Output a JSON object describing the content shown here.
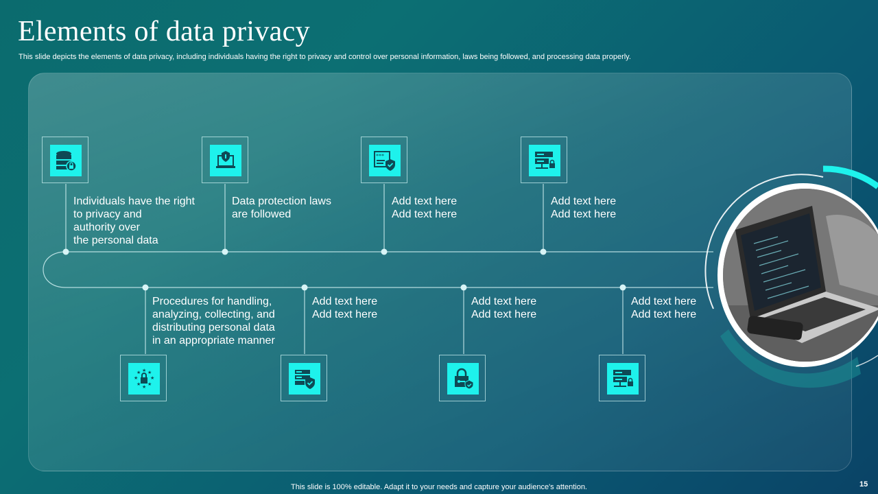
{
  "slide": {
    "title": "Elements of data privacy",
    "subtitle": "This slide depicts the elements of data privacy,  including individuals having the right to  privacy and control over personal information, laws being followed, and processing data properly.",
    "footer": "This slide is 100% editable. Adapt it to your needs and capture your audience's attention.",
    "page_number": "15"
  },
  "top_items": [
    {
      "icon": "database-lock-icon",
      "text": "Individuals  have the right\nto privacy and\nauthority  over\nthe personal data"
    },
    {
      "icon": "laptop-shield-icon",
      "text": "Data protection laws\nare followed"
    },
    {
      "icon": "password-shield-icon",
      "text": "Add text here\nAdd text here"
    },
    {
      "icon": "server-lock-icon",
      "text": "Add text here\nAdd text here"
    }
  ],
  "bottom_items": [
    {
      "icon": "eu-stars-lock-icon",
      "text": "Procedures for handling,\nanalyzing,  collecting, and\ndistributing personal data\nin an appropriate manner"
    },
    {
      "icon": "server-shield-icon",
      "text": "Add text here\nAdd text here"
    },
    {
      "icon": "lock-shield-icon",
      "text": "Add text here\nAdd text here"
    },
    {
      "icon": "server-lock-icon",
      "text": "Add text here\nAdd text here"
    }
  ],
  "colors": {
    "accent": "#1ef2ec",
    "line": "#cfeef0"
  }
}
